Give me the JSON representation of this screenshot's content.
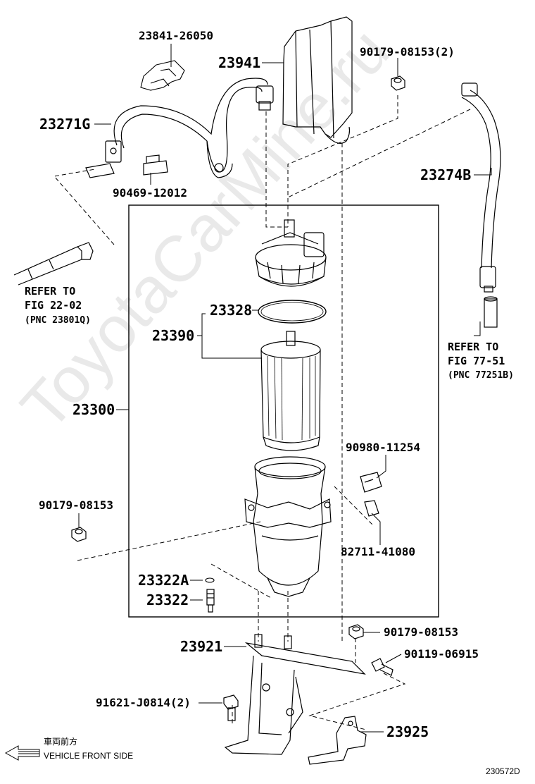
{
  "watermark": "ToyotaCarMine.ru",
  "callouts": {
    "p23841": "23841-26050",
    "p23941": "23941",
    "p90179a": "90179-08153(2)",
    "p23271g": "23271G",
    "p90469": "90469-12012",
    "p23274b": "23274B",
    "p23328": "23328",
    "p23390": "23390",
    "p23300": "23300",
    "p90980": "90980-11254",
    "p90179b": "90179-08153",
    "p82711": "82711-41080",
    "p23322a": "23322A",
    "p23322": "23322",
    "p90179c": "90179-08153",
    "p23921": "23921",
    "p90119": "90119-06915",
    "p91621": "91621-J0814(2)",
    "p23925": "23925"
  },
  "refs": {
    "left": {
      "line1": "REFER TO",
      "line2": "FIG 22-02",
      "line3": "(PNC 23801Q)"
    },
    "right": {
      "line1": "REFER TO",
      "line2": "FIG 77-51",
      "line3": "(PNC 77251B)"
    }
  },
  "front": {
    "jp": "車両前方",
    "en": "VEHICLE FRONT SIDE"
  },
  "drawing_code": "230572D"
}
